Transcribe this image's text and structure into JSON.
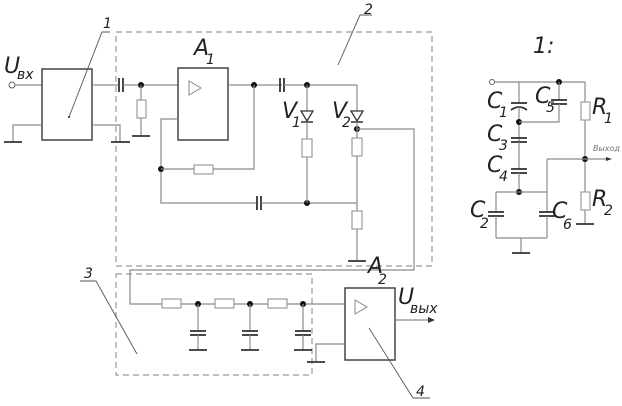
{
  "diagram": {
    "title": "Amplifier circuit schematic with blocks 1-4",
    "labels": {
      "input": {
        "main": "U",
        "sub": "вх"
      },
      "output": {
        "main": "U",
        "sub": "вых"
      },
      "amp1": {
        "main": "A",
        "sub": "1"
      },
      "amp2": {
        "main": "A",
        "sub": "2"
      },
      "diode1": {
        "main": "V",
        "sub": "1"
      },
      "diode2": {
        "main": "V",
        "sub": "2"
      },
      "block_numbers": [
        "1",
        "2",
        "3",
        "4"
      ]
    },
    "detail": {
      "title": "1:",
      "output_label": "Выход",
      "components": [
        {
          "main": "C",
          "sub": "1"
        },
        {
          "main": "C",
          "sub": "5"
        },
        {
          "main": "R",
          "sub": "1"
        },
        {
          "main": "C",
          "sub": "3"
        },
        {
          "main": "C",
          "sub": "4"
        },
        {
          "main": "C",
          "sub": "2"
        },
        {
          "main": "C",
          "sub": "6"
        },
        {
          "main": "R",
          "sub": "2"
        }
      ]
    }
  }
}
